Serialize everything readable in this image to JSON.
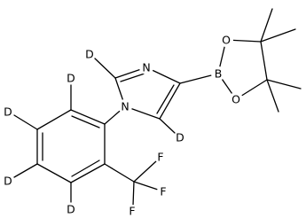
{
  "molecule": {
    "atom_labels": {
      "n_ring_substituted": "N",
      "n_ring_imine": "N",
      "boron": "B",
      "o_upper": "O",
      "o_lower": "O",
      "d_imidazole_c2": "D",
      "d_imidazole_c5": "D",
      "d_phenyl_upper": "D",
      "d_phenyl_left": "D",
      "d_phenyl_lower_left": "D",
      "d_phenyl_bottom": "D",
      "f_top": "F",
      "f_right": "F",
      "f_bottom": "F"
    }
  }
}
